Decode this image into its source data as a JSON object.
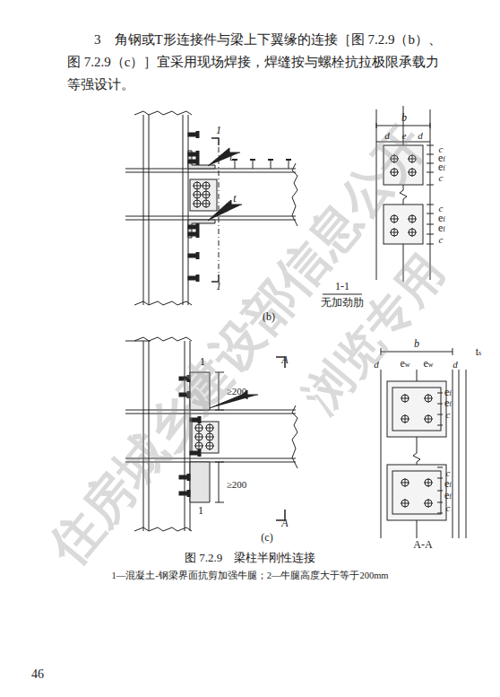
{
  "diagram": {
    "caption": "图 7.2.9　梁柱半刚性连接",
    "labels": [
      "3　角钢或T形连接件与梁上下翼缘的连接［图 7.2.9（b）、图 7.2.9（c）］宜采用现场焊接，焊缝按与螺栓抗拉极限承载力等强设计。",
      "1",
      "t",
      "t",
      "1",
      "b",
      "d",
      "e",
      "d",
      "c",
      "ef",
      "ef",
      "c",
      "c",
      "ef",
      "ef",
      "c",
      "1-1",
      "无加劲肋",
      "(b)",
      "A",
      "≥200",
      "1",
      "≥200",
      "1",
      "A",
      "(c)",
      "b",
      "ts",
      "d",
      "ew",
      "ew",
      "d",
      "ef",
      "ef",
      "c",
      "c",
      "ef",
      "ef",
      "c",
      "A-A",
      "1—混凝土-钢梁界面抗剪加强牛腿；2—牛腿高度大于等于200mm",
      "46",
      "住房城乡建设部信息公开",
      "浏览专用"
    ]
  }
}
